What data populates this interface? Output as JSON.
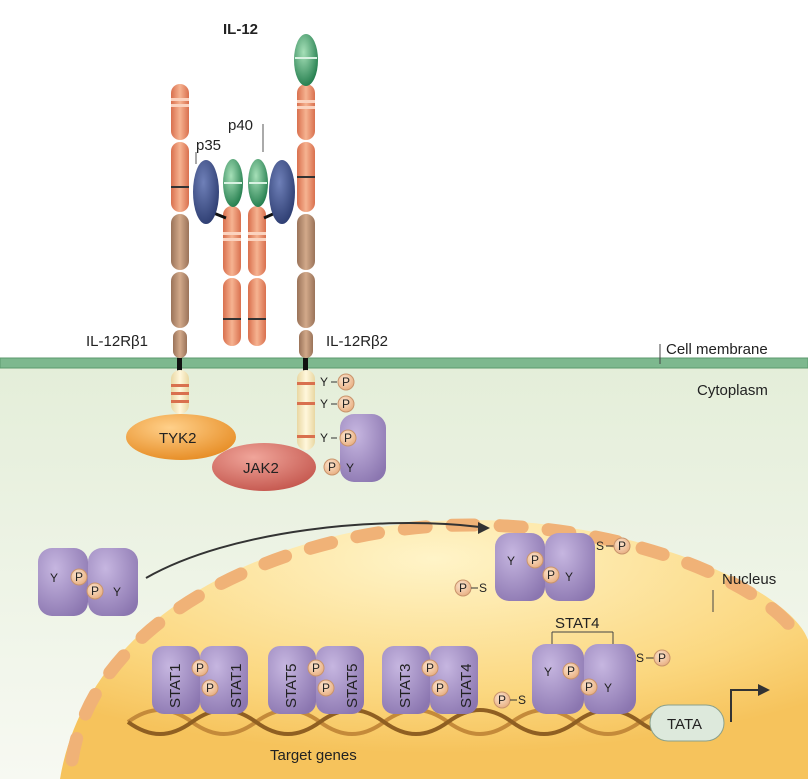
{
  "labels": {
    "il12": "IL-12",
    "p40": "p40",
    "p35": "p35",
    "r_beta1": "IL-12Rβ1",
    "r_beta2": "IL-12Rβ2",
    "cell_membrane": "Cell membrane",
    "cytoplasm": "Cytoplasm",
    "tyk2": "TYK2",
    "jak2": "JAK2",
    "nucleus": "Nucleus",
    "stat4_label": "STAT4",
    "tata": "TATA",
    "target_genes": "Target genes",
    "y": "Y",
    "p": "P",
    "s": "S"
  },
  "stat_pairs": [
    {
      "left": "STAT1",
      "right": "STAT1"
    },
    {
      "left": "STAT5",
      "right": "STAT5"
    },
    {
      "left": "STAT3",
      "right": "STAT4"
    }
  ],
  "colors": {
    "membrane": "#7db88e",
    "cytoplasm": "#eef3e6",
    "nucleus": "#fbd77f",
    "stat": "#9a85bd",
    "tyk2": "#f0a03a",
    "jak2": "#d9716a",
    "phospho": "#f1c9a4",
    "p35": "#3f548f",
    "p40": "#3a9a66"
  }
}
